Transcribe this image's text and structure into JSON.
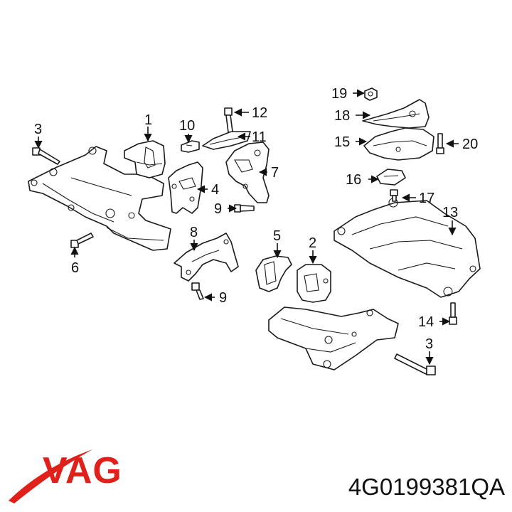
{
  "brand": {
    "logo_text": "VAG",
    "logo_color": "#e0201b"
  },
  "part_number": "4G0199381QA",
  "callouts": [
    "1",
    "2",
    "3",
    "3",
    "4",
    "5",
    "6",
    "7",
    "8",
    "9",
    "9",
    "10",
    "11",
    "12",
    "13",
    "14",
    "15",
    "16",
    "17",
    "18",
    "19",
    "20"
  ]
}
